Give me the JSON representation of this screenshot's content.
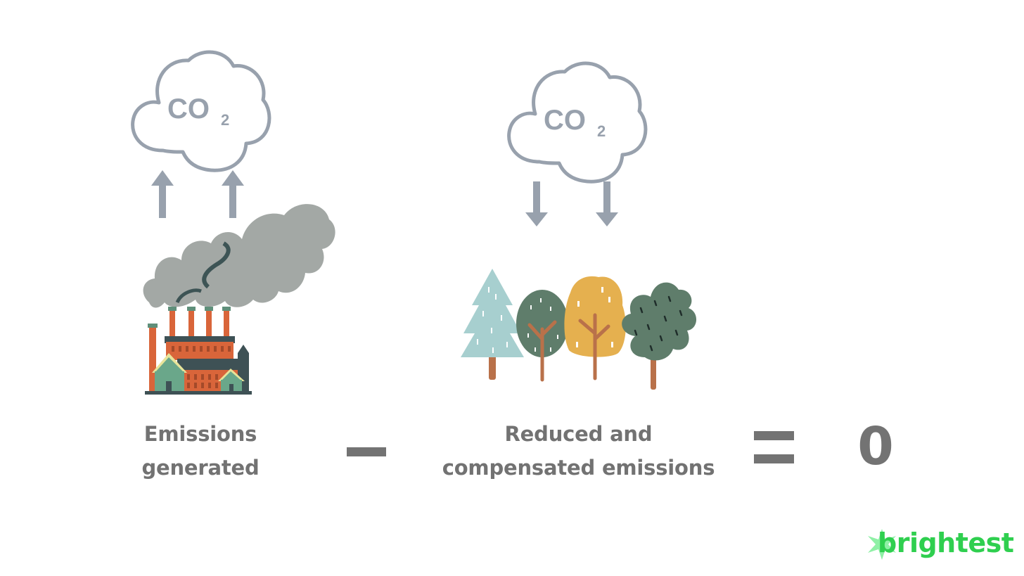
{
  "left": {
    "cloud_text": "CO",
    "cloud_sub": "2",
    "caption_line1": "Emissions",
    "caption_line2": "generated"
  },
  "right": {
    "cloud_text": "CO",
    "cloud_sub": "2",
    "caption_line1": "Reduced and",
    "caption_line2": "compensated emissions"
  },
  "operators": {
    "minus": "minus",
    "equals": "equals"
  },
  "result": "0",
  "brand": {
    "name": "brightest",
    "color": "#2fcf4f"
  },
  "colors": {
    "cloud_outline": "#98a1ad",
    "arrow": "#98a1ad",
    "text": "#727272",
    "smoke": "#a3a8a5",
    "factory_brick": "#d9653a",
    "factory_roof": "#3e5155",
    "factory_house": "#6aa78a",
    "tree_light_blue": "#a7cfcf",
    "tree_dark_green": "#5f7d6b",
    "tree_yellow": "#e5b04f",
    "trunk": "#b9714a"
  }
}
